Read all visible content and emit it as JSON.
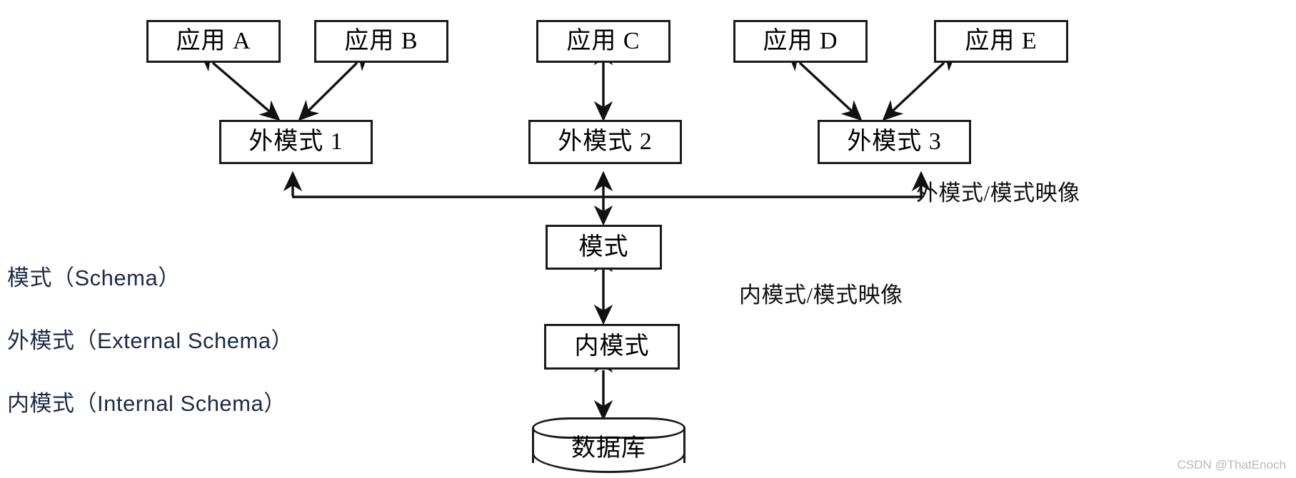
{
  "diagram": {
    "title": "数据库三级模式结构",
    "accent_color": "#1a1a1a",
    "legend_color": "#1c2b47",
    "background": "#ffffff"
  },
  "applications": [
    {
      "id": "app-a",
      "label": "应用 A"
    },
    {
      "id": "app-b",
      "label": "应用 B"
    },
    {
      "id": "app-c",
      "label": "应用 C"
    },
    {
      "id": "app-d",
      "label": "应用 D"
    },
    {
      "id": "app-e",
      "label": "应用 E"
    }
  ],
  "external_schemas": [
    {
      "id": "ext-1",
      "label": "外模式 1"
    },
    {
      "id": "ext-2",
      "label": "外模式 2"
    },
    {
      "id": "ext-3",
      "label": "外模式 3"
    }
  ],
  "core_nodes": {
    "schema": "模式",
    "internal_schema": "内模式",
    "database": "数据库"
  },
  "mapping_labels": {
    "external_to_schema": "外模式/模式映像",
    "internal_to_schema": "内模式/模式映像"
  },
  "legend": [
    {
      "id": "legend-schema",
      "text": "模式（Schema）"
    },
    {
      "id": "legend-external",
      "text": "外模式（External Schema）"
    },
    {
      "id": "legend-internal",
      "text": "内模式（Internal Schema）"
    }
  ],
  "watermark": "CSDN @ThatEnoch"
}
